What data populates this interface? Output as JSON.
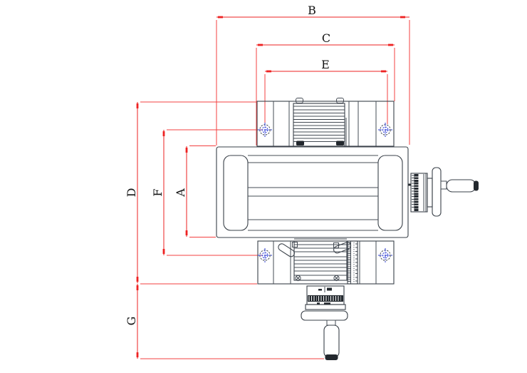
{
  "dimensions": {
    "B": "B",
    "C": "C",
    "E": "E",
    "D": "D",
    "F": "F",
    "A": "A",
    "G": "G"
  },
  "colors": {
    "dimension_red": "#ee2222",
    "drawing_line": "#3a4149",
    "center_mark_blue": "#2e3ed6",
    "dark_fill": "#23282e",
    "background": "#ffffff"
  }
}
